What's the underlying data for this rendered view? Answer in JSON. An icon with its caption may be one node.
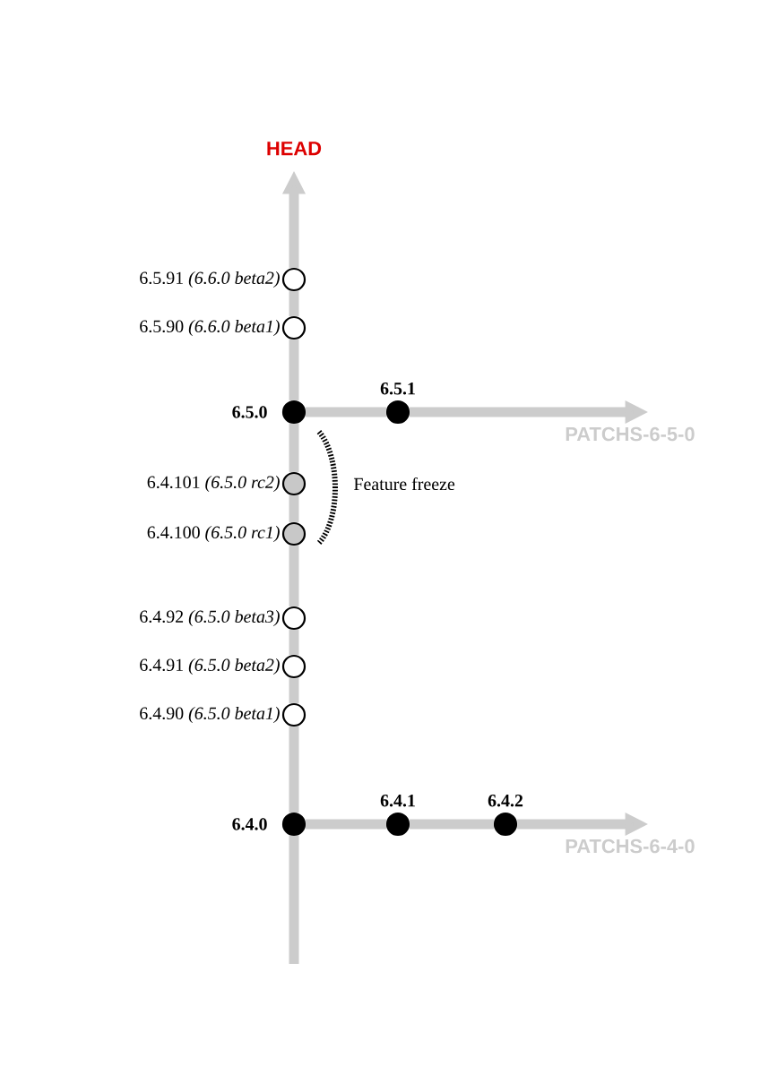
{
  "diagram": {
    "nodes": [
      {
        "text": [
          "HEAD"
        ]
      },
      {
        "text": [
          "6.5.91 *(6.6.0 beta2)*"
        ]
      },
      {
        "text": [
          "6.5.90 *(6.6.0 beta1)*"
        ]
      },
      {
        "text": [
          "6.5.0"
        ]
      },
      {
        "text": [
          "6.5.1"
        ]
      },
      {
        "text": [
          "PATCHS-6-5-0"
        ]
      },
      {
        "text": [
          "6.4.101 *(6.5.0 rc2)*"
        ]
      },
      {
        "text": [
          "6.4.100 *(6.5.0 rc1)*"
        ]
      },
      {
        "text": [
          "6.4.92 *(6.5.0 beta3)*"
        ]
      },
      {
        "text": [
          "6.4.91 *(6.5.0 beta2)*"
        ]
      },
      {
        "text": [
          "6.4.90 *(6.5.0 beta1)*"
        ]
      },
      {
        "text": [
          "6.4.0"
        ]
      },
      {
        "text": [
          "6.4.1"
        ]
      },
      {
        "text": [
          "6.4.2"
        ]
      },
      {
        "text": [
          "PATCHS-6-4-0"
        ]
      }
    ],
    "edges": [
      {
        "from": null,
        "to": 11,
        "arrow": "none"
      },
      {
        "from": 11,
        "to": 10,
        "arrow": "none"
      },
      {
        "from": 10,
        "to": 9,
        "arrow": "none"
      },
      {
        "from": 9,
        "to": 8,
        "arrow": "none"
      },
      {
        "from": 8,
        "to": 7,
        "arrow": "none"
      },
      {
        "from": 7,
        "to": 6,
        "arrow": "none"
      },
      {
        "from": 6,
        "to": 3,
        "arrow": "none"
      },
      {
        "from": 3,
        "to": 2,
        "arrow": "none"
      },
      {
        "from": 2,
        "to": 1,
        "arrow": "none"
      },
      {
        "from": 1,
        "to": 0,
        "arrow": "to"
      },
      {
        "from": 3,
        "to": 4,
        "arrow": "none"
      },
      {
        "from": 4,
        "to": 5,
        "arrow": "to"
      },
      {
        "from": 11,
        "to": 12,
        "arrow": "none"
      },
      {
        "from": 12,
        "to": 13,
        "arrow": "none"
      },
      {
        "from": 13,
        "to": 14,
        "arrow": "to"
      }
    ],
    "labels": [
      "Feature freeze"
    ]
  }
}
